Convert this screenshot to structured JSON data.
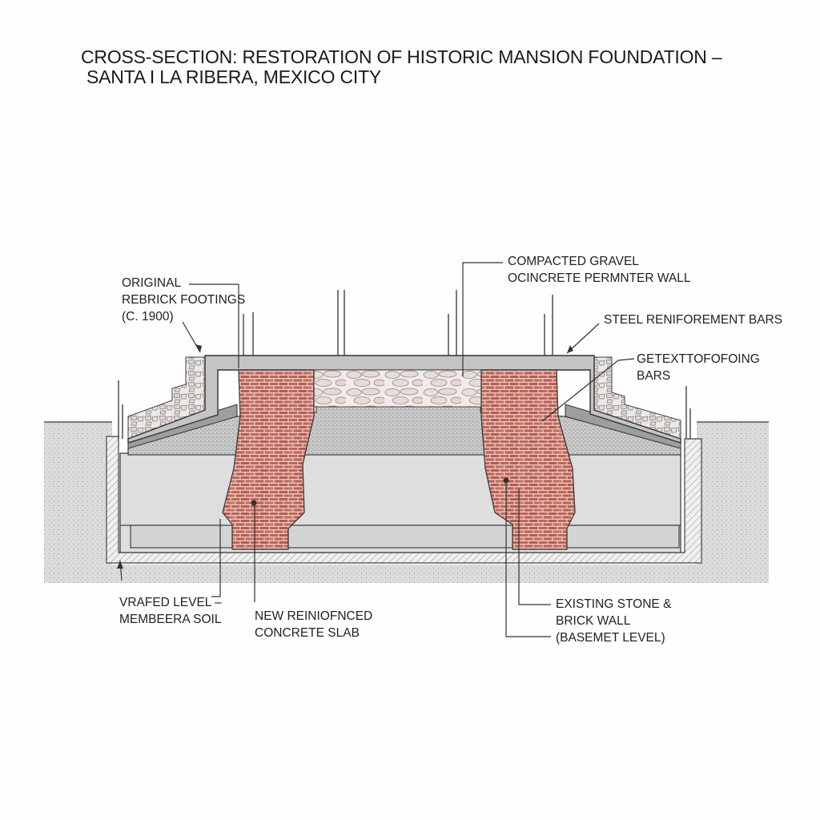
{
  "title": {
    "line1": "CROSS-SECTION: RESTORATION OF HISTORIC MANSION FOUNDATION –",
    "line2": "SANTA I LA RIBERA, MEXICO CITY"
  },
  "labels": {
    "original_footings": [
      "ORIGINAL",
      "REBRICK FOOTINGS",
      "(C. 1900)"
    ],
    "compacted_gravel": [
      "COMPACTED GRAVEL",
      "OCINCRETE PERMNTER WALL"
    ],
    "steel_bars": [
      "STEEL RENIFOREMENT BARS"
    ],
    "geotextile": [
      "GETEXTTOFOFOING",
      "BARS"
    ],
    "graded_level": [
      "VRAFED LEVEL –",
      "MEMBEERA SOIL"
    ],
    "concrete_slab": [
      "NEW REINIOFNCED",
      "CONCRETE SLAB"
    ],
    "existing_wall": [
      "EXISTING STONE &",
      "BRICK WALL",
      "(BASEMET LEVEL)"
    ]
  },
  "colors": {
    "line": "#333333",
    "soil": "#d9d9d9",
    "concrete": "#e2e2e2",
    "gravel": "#c8c8c8",
    "brick": "#c0695c",
    "mortar": "#efe4dc",
    "stone": "#ece6e3"
  }
}
